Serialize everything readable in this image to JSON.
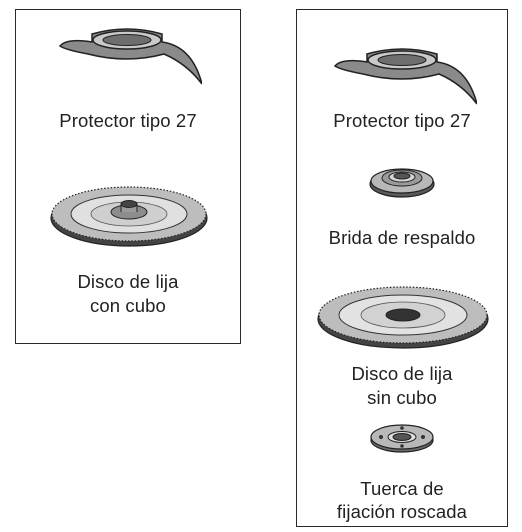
{
  "left_panel": {
    "guard_label": "Protector tipo 27",
    "disc_label_line1": "Disco de lija",
    "disc_label_line2": "con cubo"
  },
  "right_panel": {
    "guard_label": "Protector tipo 27",
    "flange_label": "Brida de respaldo",
    "disc_label_line1": "Disco de lija",
    "disc_label_line2": "sin cubo",
    "nut_label_line1": "Tuerca de",
    "nut_label_line2": "fijación roscada"
  }
}
